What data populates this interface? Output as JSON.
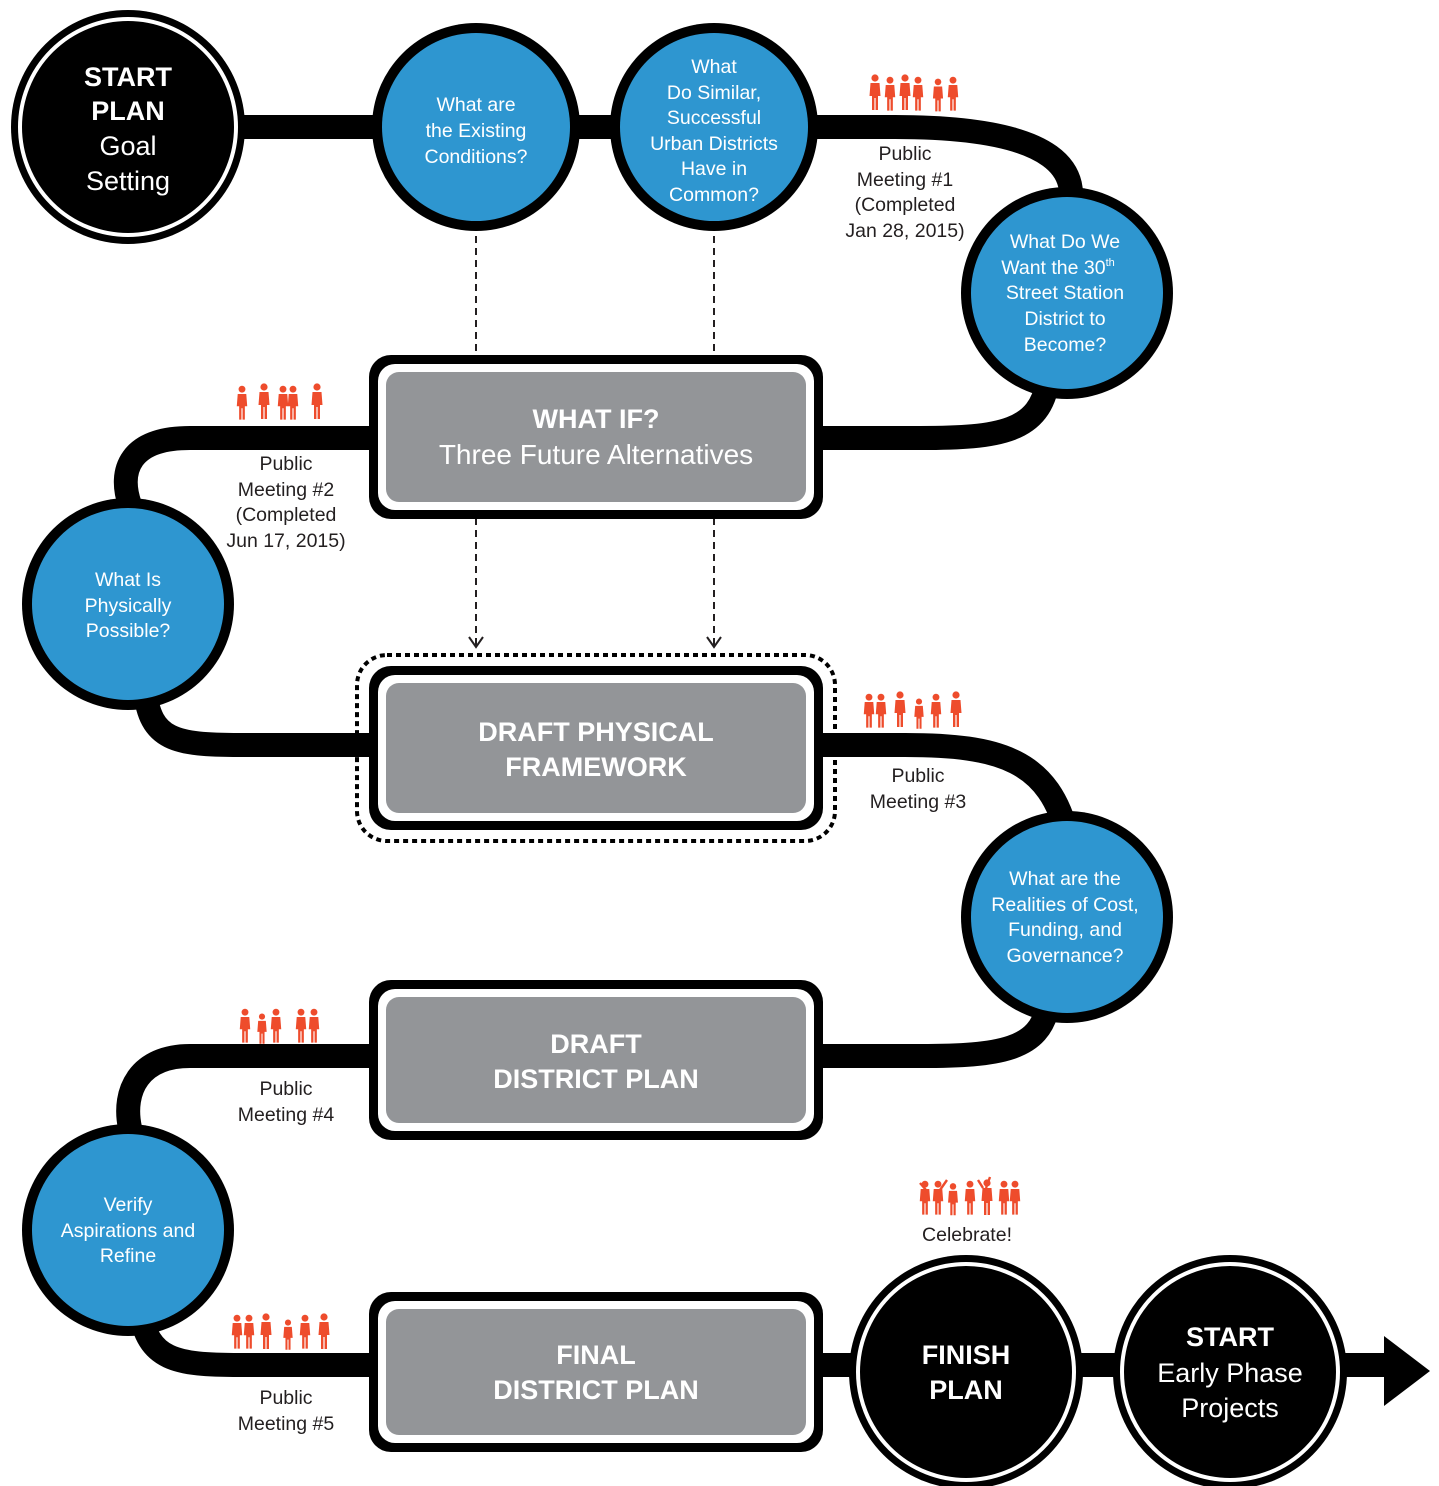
{
  "start_node": {
    "line1": "START",
    "line2": "PLAN",
    "line3": "Goal",
    "line4": "Setting"
  },
  "questions": [
    {
      "lines": [
        "What are",
        "the Existing",
        "Conditions?"
      ]
    },
    {
      "lines": [
        "What",
        "Do Similar,",
        "Successful",
        "Urban Districts",
        "Have in",
        "Common?"
      ]
    },
    {
      "lines": [
        "What Do We",
        "Want the 30",
        "Street Station",
        "District to",
        "Become?"
      ],
      "superscript": "th"
    },
    {
      "lines": [
        "What Is",
        "Physically",
        "Possible?"
      ]
    },
    {
      "lines": [
        "What are the",
        "Realities of Cost,",
        "Funding, and",
        "Governance?"
      ]
    },
    {
      "lines": [
        "Verify",
        "Aspirations and",
        "Refine"
      ]
    }
  ],
  "boxes": [
    {
      "bold": "WHAT IF?",
      "sub": "Three Future Alternatives"
    },
    {
      "bold1": "DRAFT PHYSICAL",
      "bold2": "FRAMEWORK"
    },
    {
      "bold1": "DRAFT",
      "bold2": "DISTRICT PLAN"
    },
    {
      "bold1": "FINAL",
      "bold2": "DISTRICT PLAN"
    }
  ],
  "meetings": [
    {
      "lines": [
        "Public",
        "Meeting #1",
        "(Completed",
        "Jan 28, 2015)"
      ]
    },
    {
      "lines": [
        "Public",
        "Meeting #2",
        "(Completed",
        "Jun 17, 2015)"
      ]
    },
    {
      "lines": [
        "Public",
        "Meeting #3"
      ]
    },
    {
      "lines": [
        "Public",
        "Meeting #4"
      ]
    },
    {
      "lines": [
        "Public",
        "Meeting #5"
      ]
    }
  ],
  "celebrate": "Celebrate!",
  "finish_node": {
    "line1": "FINISH",
    "line2": "PLAN"
  },
  "end_node": {
    "line1": "START",
    "line2": "Early Phase",
    "line3": "Projects"
  },
  "colors": {
    "path": "#000000",
    "question_circle": "#2e96d0",
    "box_fill": "#939598",
    "people": "#ee4c2c",
    "text_dark": "#231f20"
  },
  "icons": {
    "people": "people-silhouettes-icon",
    "arrow": "arrow-right-icon"
  }
}
